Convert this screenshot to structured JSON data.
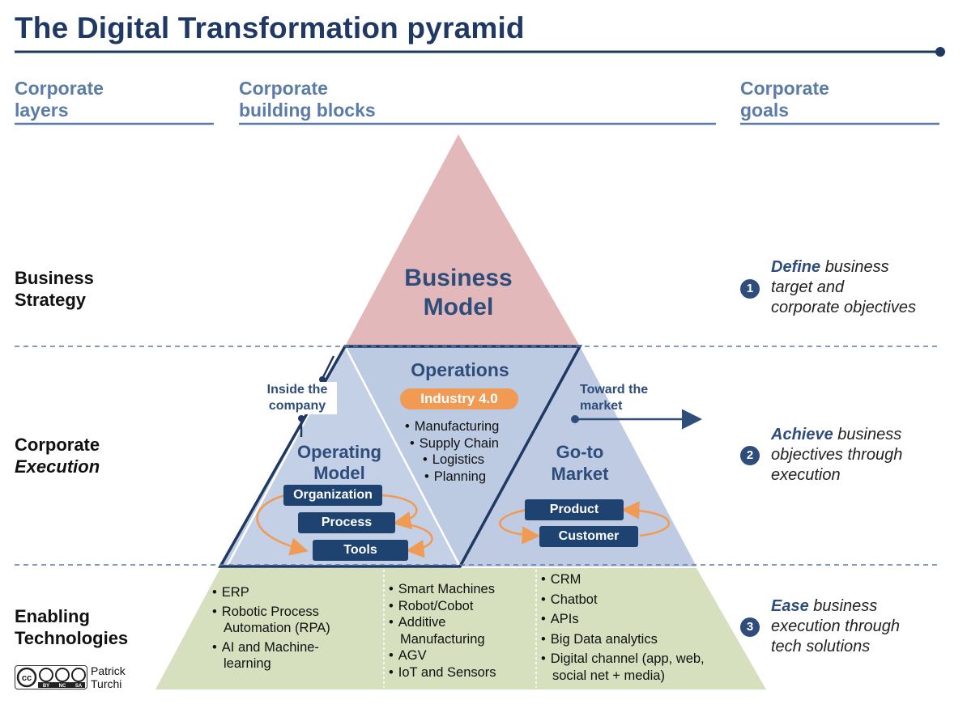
{
  "title": "The Digital Transformation pyramid",
  "headers": {
    "layers": [
      "Corporate",
      "layers"
    ],
    "blocks": [
      "Corporate",
      "building blocks"
    ],
    "goals": [
      "Corporate",
      "goals"
    ]
  },
  "layers": {
    "strategy": [
      "Business",
      "Strategy"
    ],
    "execution": [
      "Corporate",
      "Execution"
    ],
    "technologies": [
      "Enabling",
      "Technologies"
    ]
  },
  "pyramid": {
    "business_model": [
      "Business",
      "Model"
    ],
    "operations": {
      "title": "Operations",
      "badge": "Industry 4.0",
      "items": [
        "Manufacturing",
        "Supply Chain",
        "Logistics",
        "Planning"
      ]
    },
    "operating_model": {
      "title": [
        "Operating",
        "Model"
      ],
      "boxes": [
        "Organization",
        "Process",
        "Tools"
      ]
    },
    "go_to_market": {
      "title": [
        "Go-to",
        "Market"
      ],
      "boxes": [
        "Product",
        "Customer"
      ]
    },
    "inside_callout": [
      "Inside the",
      "company"
    ],
    "toward_callout": [
      "Toward the",
      "market"
    ]
  },
  "technologies": {
    "col1": [
      "ERP",
      "Robotic Process",
      "Automation (RPA)",
      "AI and Machine-",
      "learning"
    ],
    "col2": [
      "Smart Machines",
      "Robot/Cobot",
      "Additive",
      "Manufacturing",
      "AGV",
      "IoT and Sensors"
    ],
    "col3": [
      "CRM",
      "Chatbot",
      "APIs",
      "Big Data analytics",
      "Digital channel (app, web,",
      "social net + media)"
    ]
  },
  "goals": [
    {
      "num": "1",
      "verb": "Define",
      "rest1": "business",
      "rest2": "target and",
      "rest3": "corporate objectives"
    },
    {
      "num": "2",
      "verb": "Achieve",
      "rest1": "business",
      "rest2": "objectives through",
      "rest3": "execution"
    },
    {
      "num": "3",
      "verb": "Ease",
      "rest1": "business",
      "rest2": "execution through",
      "rest3": "tech solutions"
    }
  ],
  "credit": [
    "Patrick",
    "Turchi"
  ],
  "license_marks": [
    "BY",
    "NC",
    "SA"
  ],
  "colors": {
    "navy": "#1f3864",
    "accent": "#2e4d7a",
    "pink": "#e0b3b5",
    "blue": "#bcc9e0",
    "green": "#d3dcba",
    "orange": "#f19a54"
  }
}
